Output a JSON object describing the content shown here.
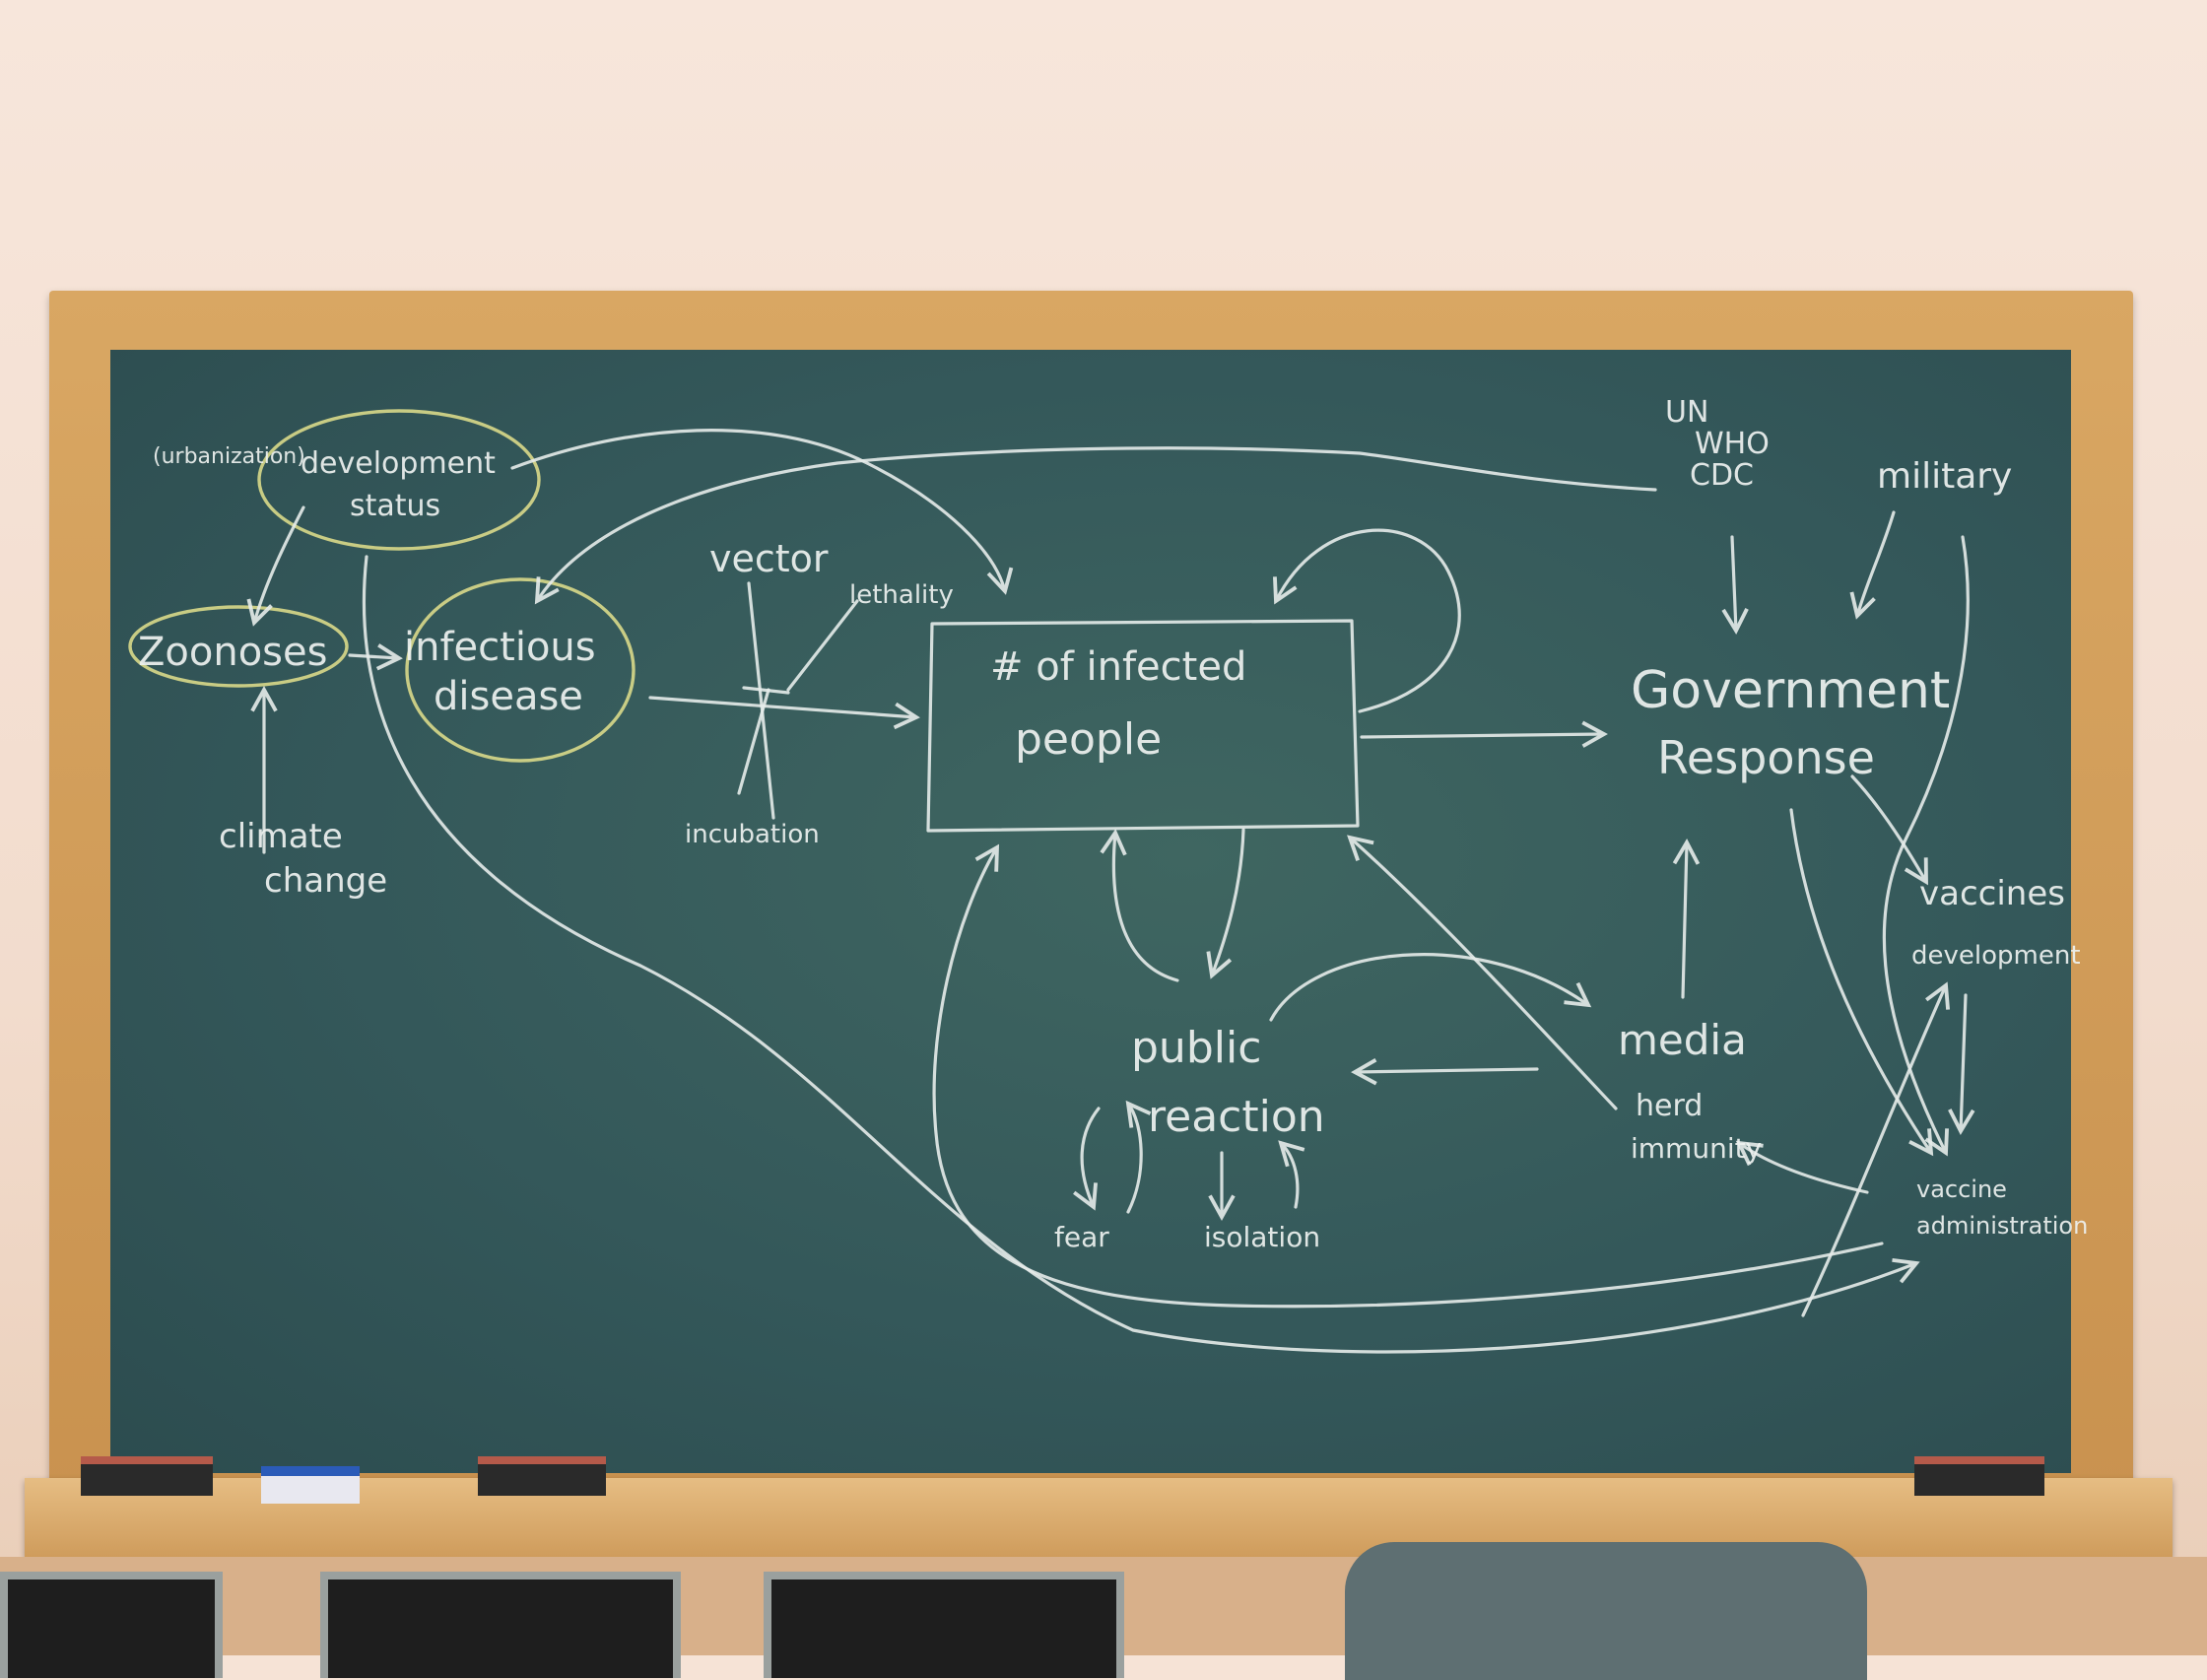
{
  "labels": {
    "urbanization": "(urbanization)",
    "development_status_1": "development",
    "development_status_2": "status",
    "zoonoses": "Zoonoses",
    "infectious_disease_1": "infectious",
    "infectious_disease_2": "disease",
    "climate_change_1": "climate",
    "climate_change_2": "change",
    "vector": "vector",
    "lethality": "lethality",
    "incubation": "incubation",
    "infected_people_1": "# of infected",
    "infected_people_2": "people",
    "un": "UN",
    "who": "WHO",
    "cdc": "CDC",
    "military": "military",
    "government_response_1": "Government",
    "government_response_2": "Response",
    "vaccines_development_1": "vaccines",
    "vaccines_development_2": "development",
    "media": "media",
    "herd_immunity_1": "herd",
    "herd_immunity_2": "immunity",
    "public_reaction_1": "public",
    "public_reaction_2": "reaction",
    "fear": "fear",
    "isolation": "isolation",
    "vaccine_administration_1": "vaccine",
    "vaccine_administration_2": "administration"
  },
  "colors": {
    "chalk": "#e6ecea",
    "highlight_circle": "#d9d98a",
    "board": "#34585a",
    "frame": "#c9924f"
  }
}
